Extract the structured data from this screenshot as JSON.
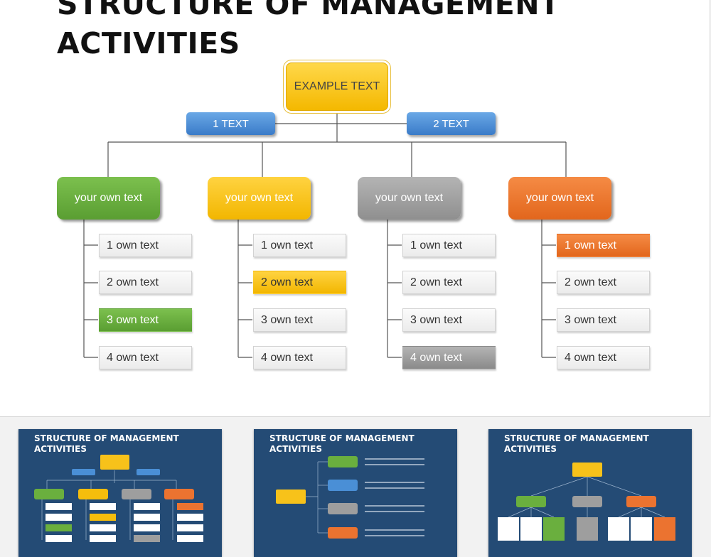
{
  "slide": {
    "title_line1": "STRUCTURE OF MANAGEMENT",
    "title_line2": "ACTIVITIES",
    "top_box": "EXAMPLE TEXT",
    "sub_boxes": [
      "1 TEXT",
      "2 TEXT"
    ],
    "categories": [
      {
        "label": "your own text",
        "color": "#6aaf3e",
        "items": [
          "1 own text",
          "2 own text",
          "3 own text",
          "4 own text"
        ],
        "highlight_index": 2
      },
      {
        "label": "your own text",
        "color": "#f5bd0c",
        "items": [
          "1 own text",
          "2 own text",
          "3 own text",
          "4 own text"
        ],
        "highlight_index": 1
      },
      {
        "label": "your own text",
        "color": "#9e9e9e",
        "items": [
          "1 own text",
          "2 own text",
          "3 own text",
          "4 own text"
        ],
        "highlight_index": 3
      },
      {
        "label": "your own text",
        "color": "#eb7330",
        "items": [
          "1 own text",
          "2 own text",
          "3 own text",
          "4 own text"
        ],
        "highlight_index": 0
      }
    ]
  },
  "thumbnails": [
    {
      "title_line1": "STRUCTURE OF MANAGEMENT",
      "title_line2": "ACTIVITIES"
    },
    {
      "title_line1": "STRUCTURE OF MANAGEMENT",
      "title_line2": "ACTIVITIES"
    },
    {
      "title_line1": "STRUCTURE OF MANAGEMENT",
      "title_line2": "ACTIVITIES"
    }
  ],
  "colors": {
    "thumbnail_bg": "#244b75",
    "sub_box": "#4a8fd6",
    "top_box": "#f7c21a"
  }
}
